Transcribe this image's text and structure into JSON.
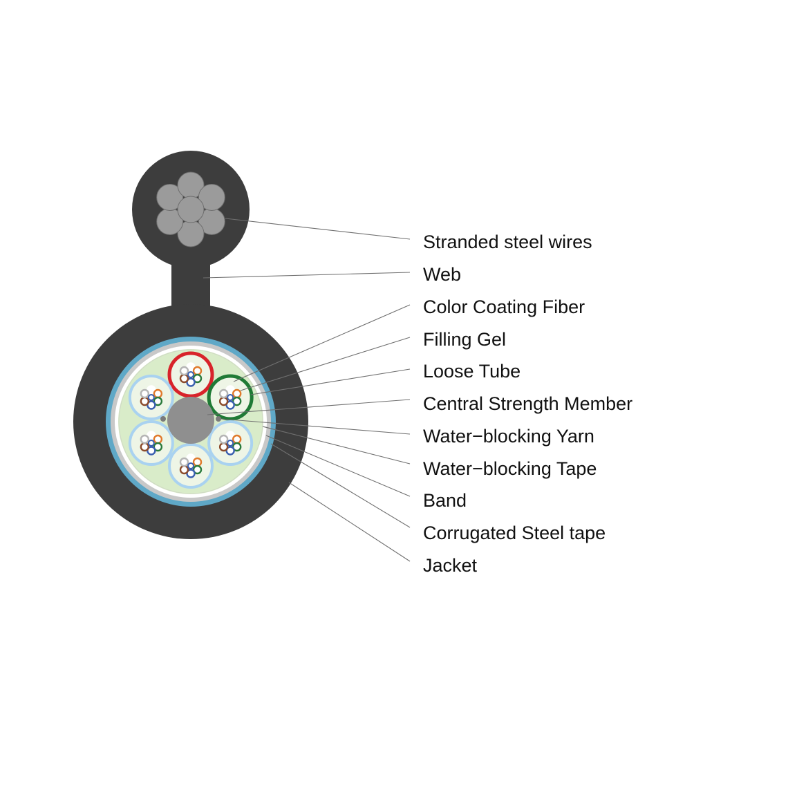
{
  "labels": [
    "Stranded steel wires",
    "Web",
    "Color Coating Fiber",
    "Filling Gel",
    "Loose Tube",
    "Central Strength Member",
    "Water−blocking Yarn",
    "Water−blocking Tape",
    "Band",
    "Corrugated Steel tape",
    "Jacket"
  ],
  "colors": {
    "jacket": "#3d3d3d",
    "steel_wire": "#9b9b9b",
    "steel_wire_stroke": "#6e6e6e",
    "corrugated_steel_tape": "#5fa8c7",
    "band": "#c8c8c8",
    "water_blocking_tape": "#ffffff",
    "filling_gel": "#d9ecc9",
    "loose_tube": "#a9d2f0",
    "loose_tube_red": "#d8232a",
    "loose_tube_green": "#1f7a35",
    "central_strength_member": "#8f8f8f",
    "leader_line": "#6f6f6f"
  },
  "fiber_colors": [
    "#ffffff",
    "#e07a2c",
    "#2a7a3b",
    "#3a5fb0",
    "#8b4a2b",
    "#b5b5b5"
  ]
}
